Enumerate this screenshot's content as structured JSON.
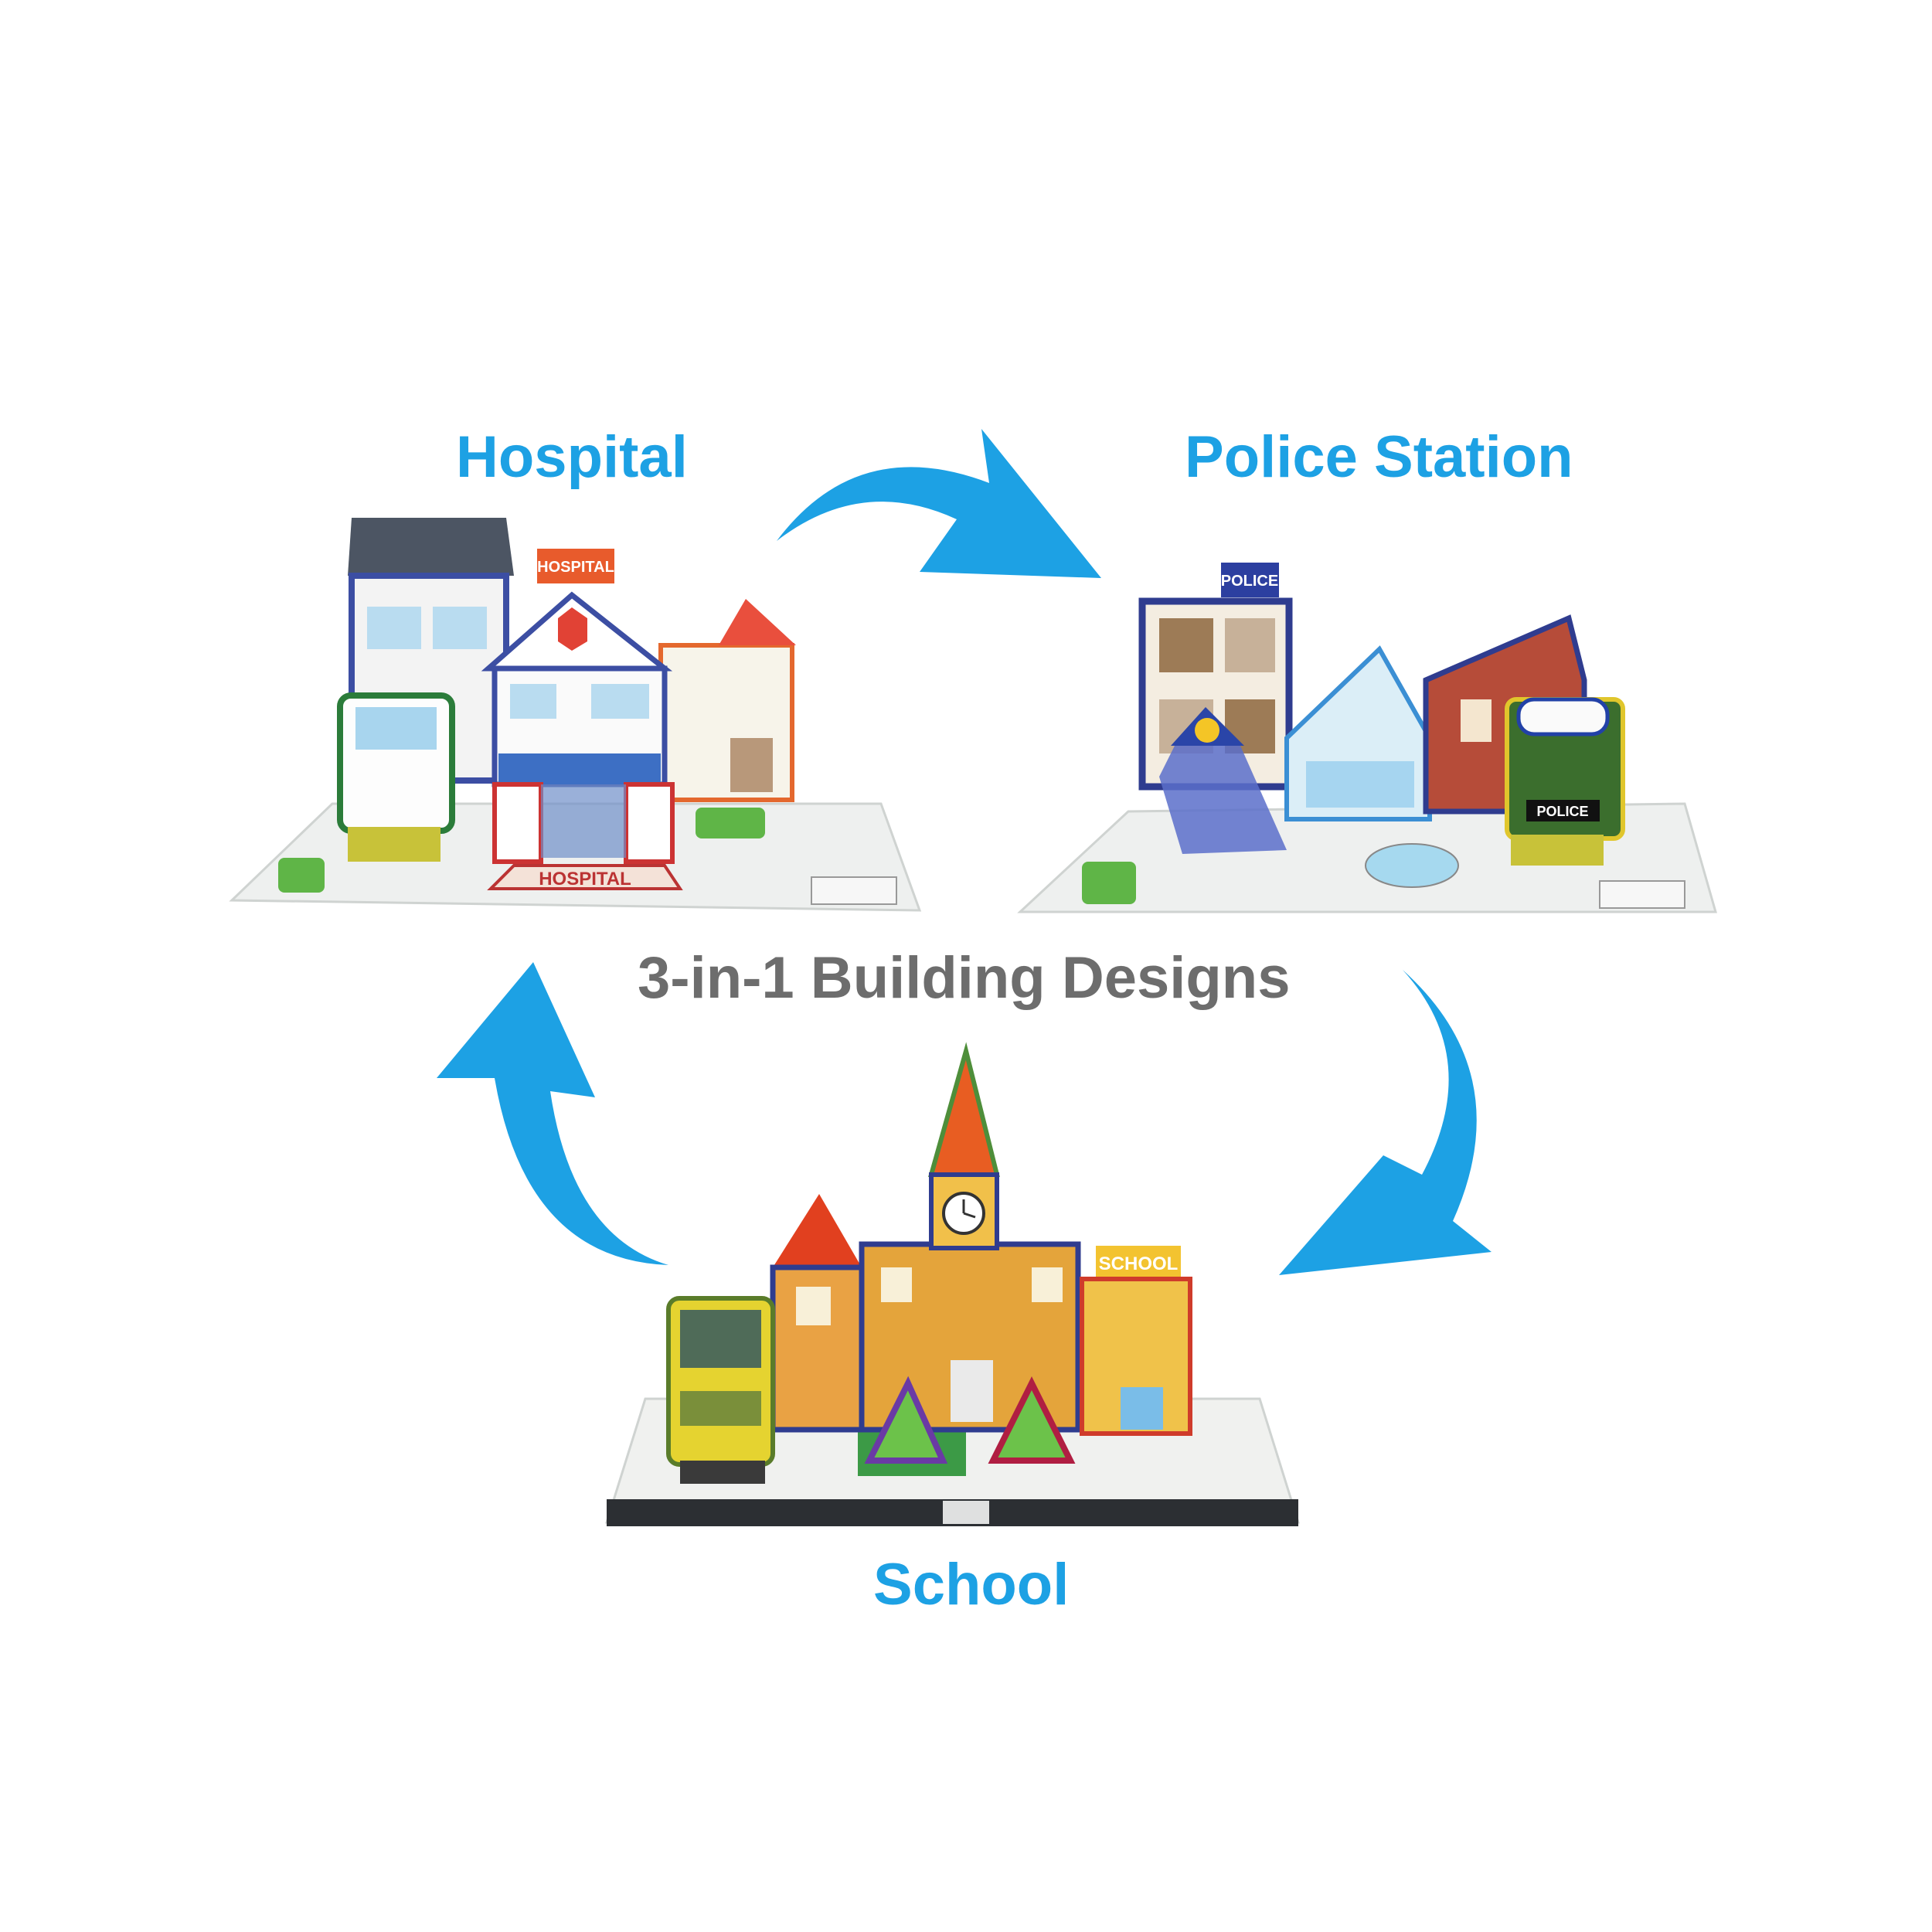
{
  "labels": {
    "hospital": "Hospital",
    "police_station": "Police Station",
    "center": "3-in-1 Building Designs",
    "school": "School"
  },
  "signs": {
    "hospital_roof": "HOSPITAL",
    "hospital_mat": "HOSPITAL",
    "police_roof": "POLICE",
    "police_truck": "POLICE",
    "school_sign": "SCHOOL"
  },
  "colors": {
    "label_blue": "#1da1e4",
    "center_gray": "#6d6d6d",
    "arrow_blue": "#1da1e4"
  },
  "icons": [
    "curved-arrow-icon",
    "curved-arrow-icon",
    "curved-arrow-icon",
    "curved-arrow-icon"
  ]
}
